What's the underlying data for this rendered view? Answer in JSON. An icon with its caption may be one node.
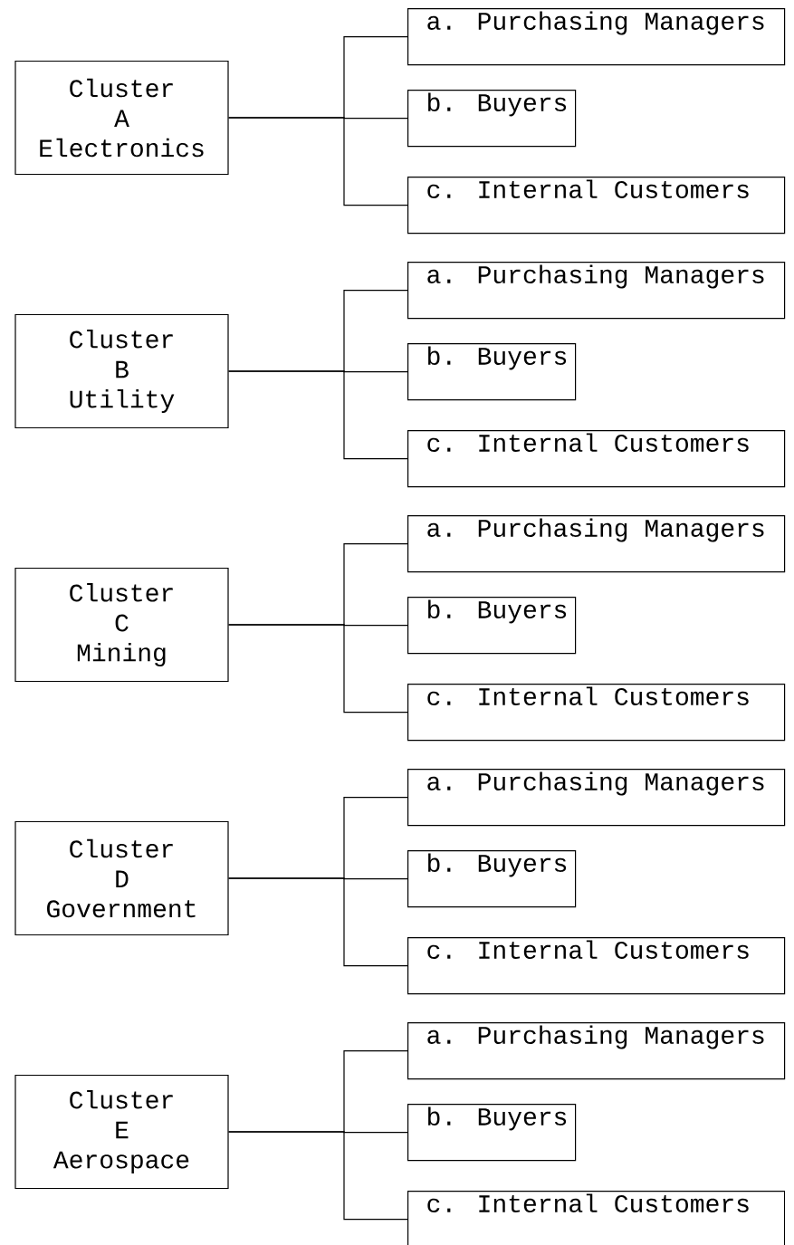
{
  "diagram": {
    "nodes": [
      {
        "text": [
          "Cluster A Electronics"
        ]
      },
      {
        "text": [
          "a. Purchasing Managers"
        ]
      },
      {
        "text": [
          "b. Buyers"
        ]
      },
      {
        "text": [
          "c. Internal Customers"
        ]
      },
      {
        "text": [
          "Cluster B Utility"
        ]
      },
      {
        "text": [
          "a. Purchasing Managers"
        ]
      },
      {
        "text": [
          "b. Buyers"
        ]
      },
      {
        "text": [
          "c. Internal Customers"
        ]
      },
      {
        "text": [
          "Cluster C Mining"
        ]
      },
      {
        "text": [
          "a. Purchasing Managers"
        ]
      },
      {
        "text": [
          "b. Buyers"
        ]
      },
      {
        "text": [
          "c. Internal Customers"
        ]
      },
      {
        "text": [
          "Cluster D Government"
        ]
      },
      {
        "text": [
          "a. Purchasing Managers"
        ]
      },
      {
        "text": [
          "b. Buyers"
        ]
      },
      {
        "text": [
          "c. Internal Customers"
        ]
      },
      {
        "text": [
          "Cluster E Aerospace"
        ]
      },
      {
        "text": [
          "a. Purchasing Managers"
        ]
      },
      {
        "text": [
          "b. Buyers"
        ]
      },
      {
        "text": [
          "c. Internal Customers"
        ]
      }
    ],
    "edges": [
      {
        "from": 0,
        "to": 1,
        "arrow": "none"
      },
      {
        "from": 0,
        "to": 2,
        "arrow": "none"
      },
      {
        "from": 0,
        "to": 3,
        "arrow": "none"
      },
      {
        "from": 4,
        "to": 5,
        "arrow": "none"
      },
      {
        "from": 4,
        "to": 6,
        "arrow": "none"
      },
      {
        "from": 4,
        "to": 7,
        "arrow": "none"
      },
      {
        "from": 8,
        "to": 9,
        "arrow": "none"
      },
      {
        "from": 8,
        "to": 10,
        "arrow": "none"
      },
      {
        "from": 8,
        "to": 11,
        "arrow": "none"
      },
      {
        "from": 12,
        "to": 13,
        "arrow": "none"
      },
      {
        "from": 12,
        "to": 14,
        "arrow": "none"
      },
      {
        "from": 12,
        "to": 15,
        "arrow": "none"
      },
      {
        "from": 16,
        "to": 17,
        "arrow": "none"
      },
      {
        "from": 16,
        "to": 18,
        "arrow": "none"
      },
      {
        "from": 16,
        "to": 19,
        "arrow": "none"
      }
    ]
  }
}
